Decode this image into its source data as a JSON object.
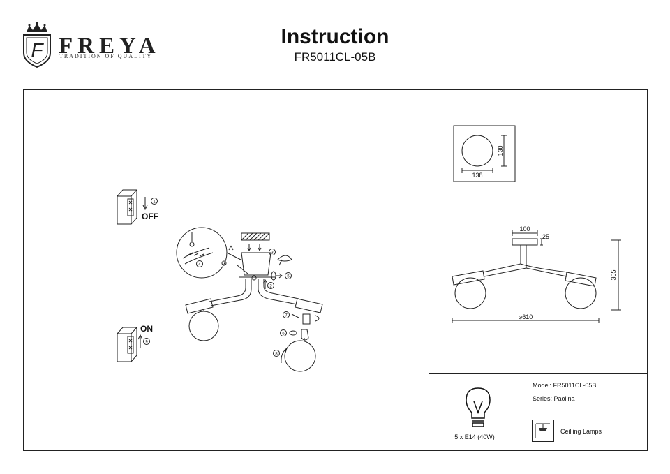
{
  "brand": {
    "name": "FREYA",
    "tagline": "TRADITION OF QUALITY"
  },
  "header": {
    "title": "Instruction",
    "model_code": "FR5011CL-05B"
  },
  "assembly": {
    "step_off_label": "OFF",
    "step_on_label": "ON",
    "steps": [
      "1",
      "2",
      "3",
      "4",
      "5",
      "6",
      "7",
      "8",
      "9"
    ]
  },
  "dimensions": {
    "shade_width": "138",
    "shade_height": "130",
    "canopy_width": "100",
    "canopy_height": "25",
    "total_height": "305",
    "total_diameter": "⌀610"
  },
  "bulb": {
    "spec": "5 x E14 (40W)"
  },
  "product": {
    "model_line": "Model: FR5011CL-05B",
    "series_line": "Series: Paolina",
    "category": "Ceilling Lamps"
  }
}
